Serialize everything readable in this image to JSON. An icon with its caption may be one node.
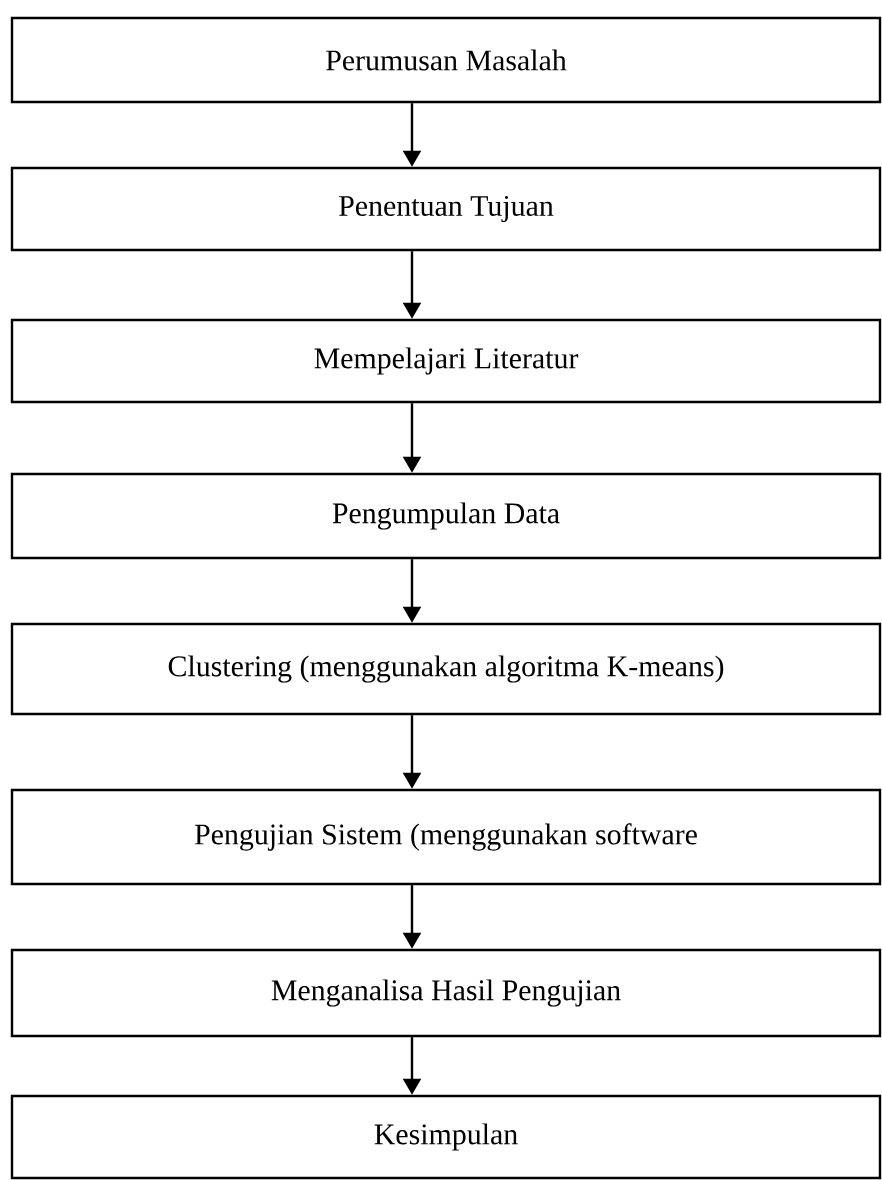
{
  "diagram": {
    "nodes": [
      {
        "text": [
          "Perumusan Masalah"
        ]
      },
      {
        "text": [
          "Penentuan Tujuan"
        ]
      },
      {
        "text": [
          "Mempelajari Literatur"
        ]
      },
      {
        "text": [
          "Pengumpulan Data"
        ]
      },
      {
        "text": [
          "Clustering (menggunakan algoritma K-means)"
        ]
      },
      {
        "text": [
          "Pengujian Sistem (menggunakan software"
        ]
      },
      {
        "text": [
          "Menganalisa Hasil Pengujian"
        ]
      },
      {
        "text": [
          "Kesimpulan"
        ]
      }
    ],
    "edges": [
      {
        "from": 0,
        "to": 1,
        "arrow": "to"
      },
      {
        "from": 1,
        "to": 2,
        "arrow": "to"
      },
      {
        "from": 2,
        "to": 3,
        "arrow": "to"
      },
      {
        "from": 3,
        "to": 4,
        "arrow": "to"
      },
      {
        "from": 4,
        "to": 5,
        "arrow": "to"
      },
      {
        "from": 5,
        "to": 6,
        "arrow": "to"
      },
      {
        "from": 6,
        "to": 7,
        "arrow": "to"
      }
    ]
  }
}
